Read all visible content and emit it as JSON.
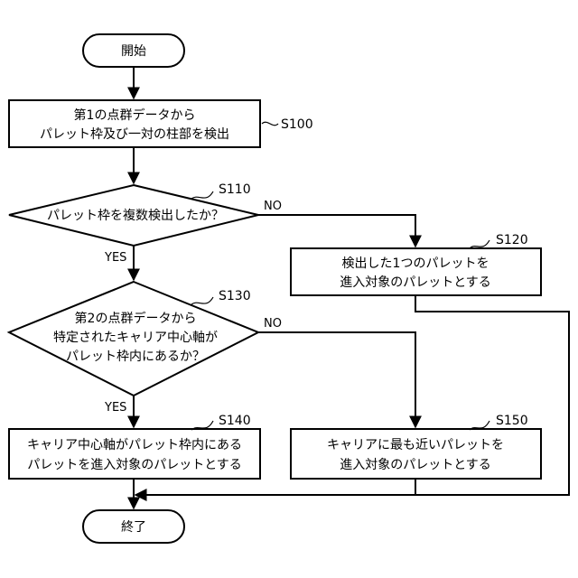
{
  "start_label": "開始",
  "end_label": "終了",
  "steps": {
    "s100": {
      "id": "S100",
      "lines": [
        "第1の点群データから",
        "パレット枠及び一対の柱部を検出"
      ]
    },
    "s110": {
      "id": "S110",
      "lines": [
        "パレット枠を複数検出したか？"
      ]
    },
    "s120": {
      "id": "S120",
      "lines": [
        "検出した1つのパレットを",
        "進入対象のパレットとする"
      ]
    },
    "s130": {
      "id": "S130",
      "lines": [
        "第2の点群データから",
        "特定されたキャリア中心軸が",
        "パレット枠内にあるか？"
      ]
    },
    "s140": {
      "id": "S140",
      "lines": [
        "キャリア中心軸がパレット枠内にある",
        "パレットを進入対象のパレットとする"
      ]
    },
    "s150": {
      "id": "S150",
      "lines": [
        "キャリアに最も近いパレットを",
        "進入対象のパレットとする"
      ]
    }
  },
  "edge_labels": {
    "s110_no": "NO",
    "s110_yes": "YES",
    "s130_no": "NO",
    "s130_yes": "YES"
  }
}
